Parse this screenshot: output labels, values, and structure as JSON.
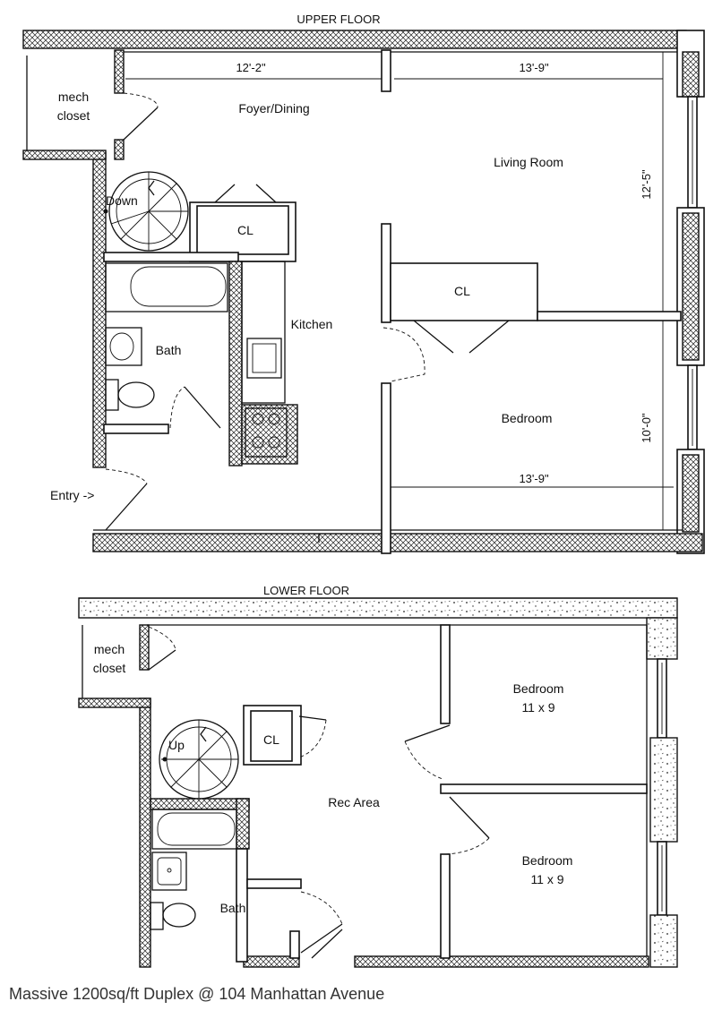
{
  "upper_floor": {
    "title": "UPPER FLOOR",
    "dimensions": {
      "foyer_width": "12'-2\"",
      "living_width": "13'-9\"",
      "living_depth": "12'-5\"",
      "bedroom_depth": "10'-0\"",
      "bedroom_width": "13'-9\""
    },
    "rooms": {
      "mech": "mech",
      "closet": "closet",
      "foyer": "Foyer/Dining",
      "living": "Living Room",
      "down": "Down",
      "cl1": "CL",
      "cl2": "CL",
      "kitchen": "Kitchen",
      "bath": "Bath",
      "bedroom": "Bedroom",
      "entry": "Entry ->"
    }
  },
  "lower_floor": {
    "title": "LOWER FLOOR",
    "rooms": {
      "mech": "mech",
      "closet": "closet",
      "up": "Up",
      "cl": "CL",
      "rec": "Rec Area",
      "bath": "Bath",
      "bedroom1": "Bedroom",
      "bedroom1_size": "11 x 9",
      "bedroom2": "Bedroom",
      "bedroom2_size": "11 x 9"
    }
  },
  "caption": "Massive 1200sq/ft Duplex @ 104 Manhattan Avenue"
}
